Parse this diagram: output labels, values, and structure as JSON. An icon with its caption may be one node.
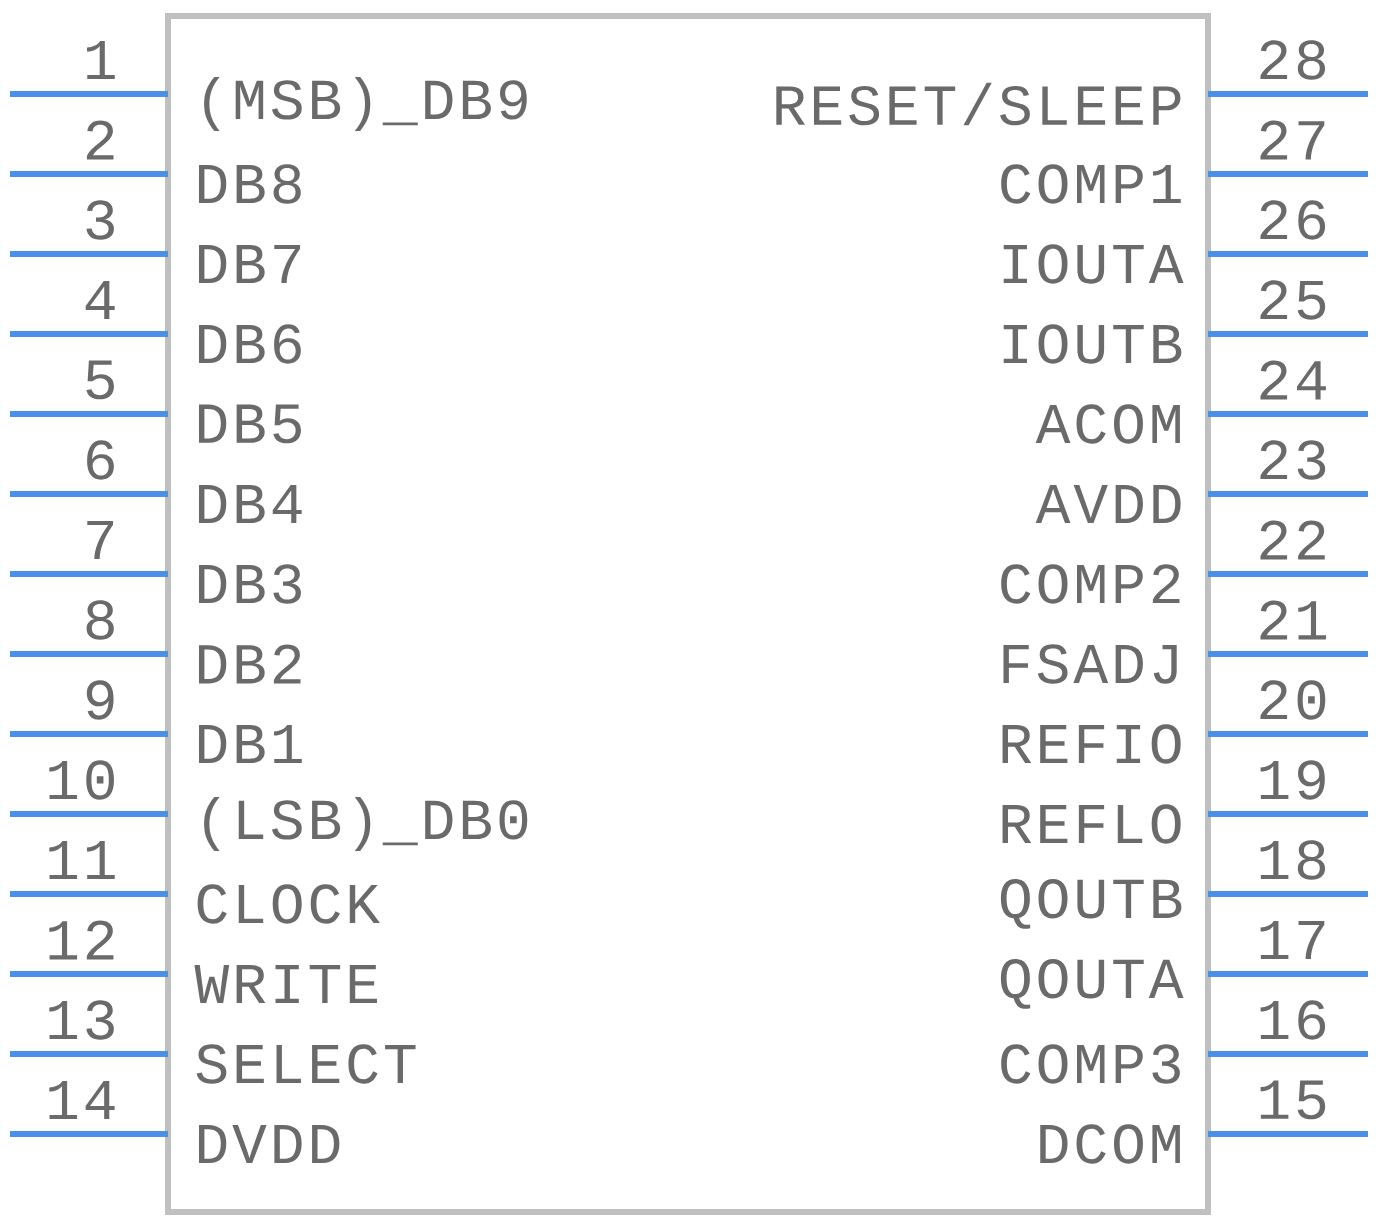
{
  "diagram": {
    "nodes": [
      {
        "text": [],
        "shape": "box"
      }
    ],
    "labels": [
      "1",
      "(MSB)_DB9",
      "RESET/SLEEP",
      "28",
      "2",
      "DB8",
      "COMP1",
      "27",
      "3",
      "DB7",
      "IOUTA",
      "26",
      "4",
      "DB6",
      "IOUTB",
      "25",
      "5",
      "DB5",
      "ACOM",
      "24",
      "6",
      "DB4",
      "AVDD",
      "23",
      "7",
      "DB3",
      "COMP2",
      "22",
      "8",
      "DB2",
      "FSADJ",
      "21",
      "9",
      "DB1",
      "REFIO",
      "20",
      "10",
      "(LSB)_DB0",
      "REFLO",
      "19",
      "11",
      "CLOCK",
      "QOUTB",
      "18",
      "12",
      "WRITE",
      "QOUTA",
      "17",
      "13",
      "SELECT",
      "COMP3",
      "16",
      "14",
      "DVDD",
      "DCOM",
      "15"
    ]
  }
}
